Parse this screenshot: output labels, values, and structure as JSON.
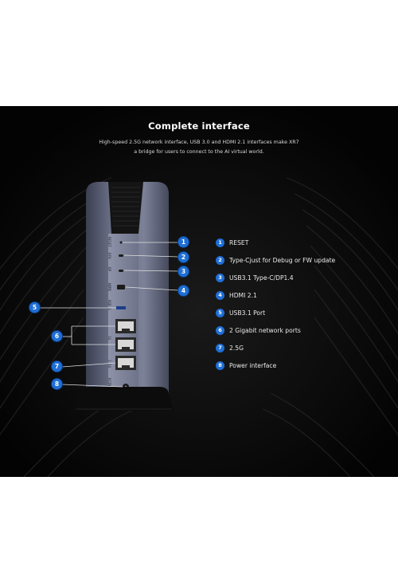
{
  "banner": {
    "title": "Complete interface",
    "subtitle_line1": "High-speed 2.5G network interface, USB 3.0 and HDMI 2.1 interfaces make XR7",
    "subtitle_line2": "a bridge for users to connect to the AI virtual world."
  },
  "callouts": [
    "1",
    "2",
    "3",
    "4",
    "5",
    "6",
    "7",
    "8"
  ],
  "port_labels": {
    "reset": "RESET",
    "dfu": "DFU",
    "dp": "DP",
    "hdmi": "HDMI",
    "usb": "USB 3",
    "lan": "1G",
    "wan": "2.5G",
    "dc": "DCIN"
  },
  "legend": {
    "items": [
      {
        "num": "1",
        "label": "RESET"
      },
      {
        "num": "2",
        "label": "Type-Cjust for Debug or FW update"
      },
      {
        "num": "3",
        "label": "USB3.1 Type-C/DP1.4"
      },
      {
        "num": "4",
        "label": "HDMI 2.1"
      },
      {
        "num": "5",
        "label": "USB3.1 Port"
      },
      {
        "num": "6",
        "label": "2 Gigabit network ports"
      },
      {
        "num": "7",
        "label": "2.5G"
      },
      {
        "num": "8",
        "label": "Power interface"
      }
    ]
  },
  "colors": {
    "accent": "#1f6fd6",
    "background": "#050505",
    "device_body": "#5a5f73"
  }
}
